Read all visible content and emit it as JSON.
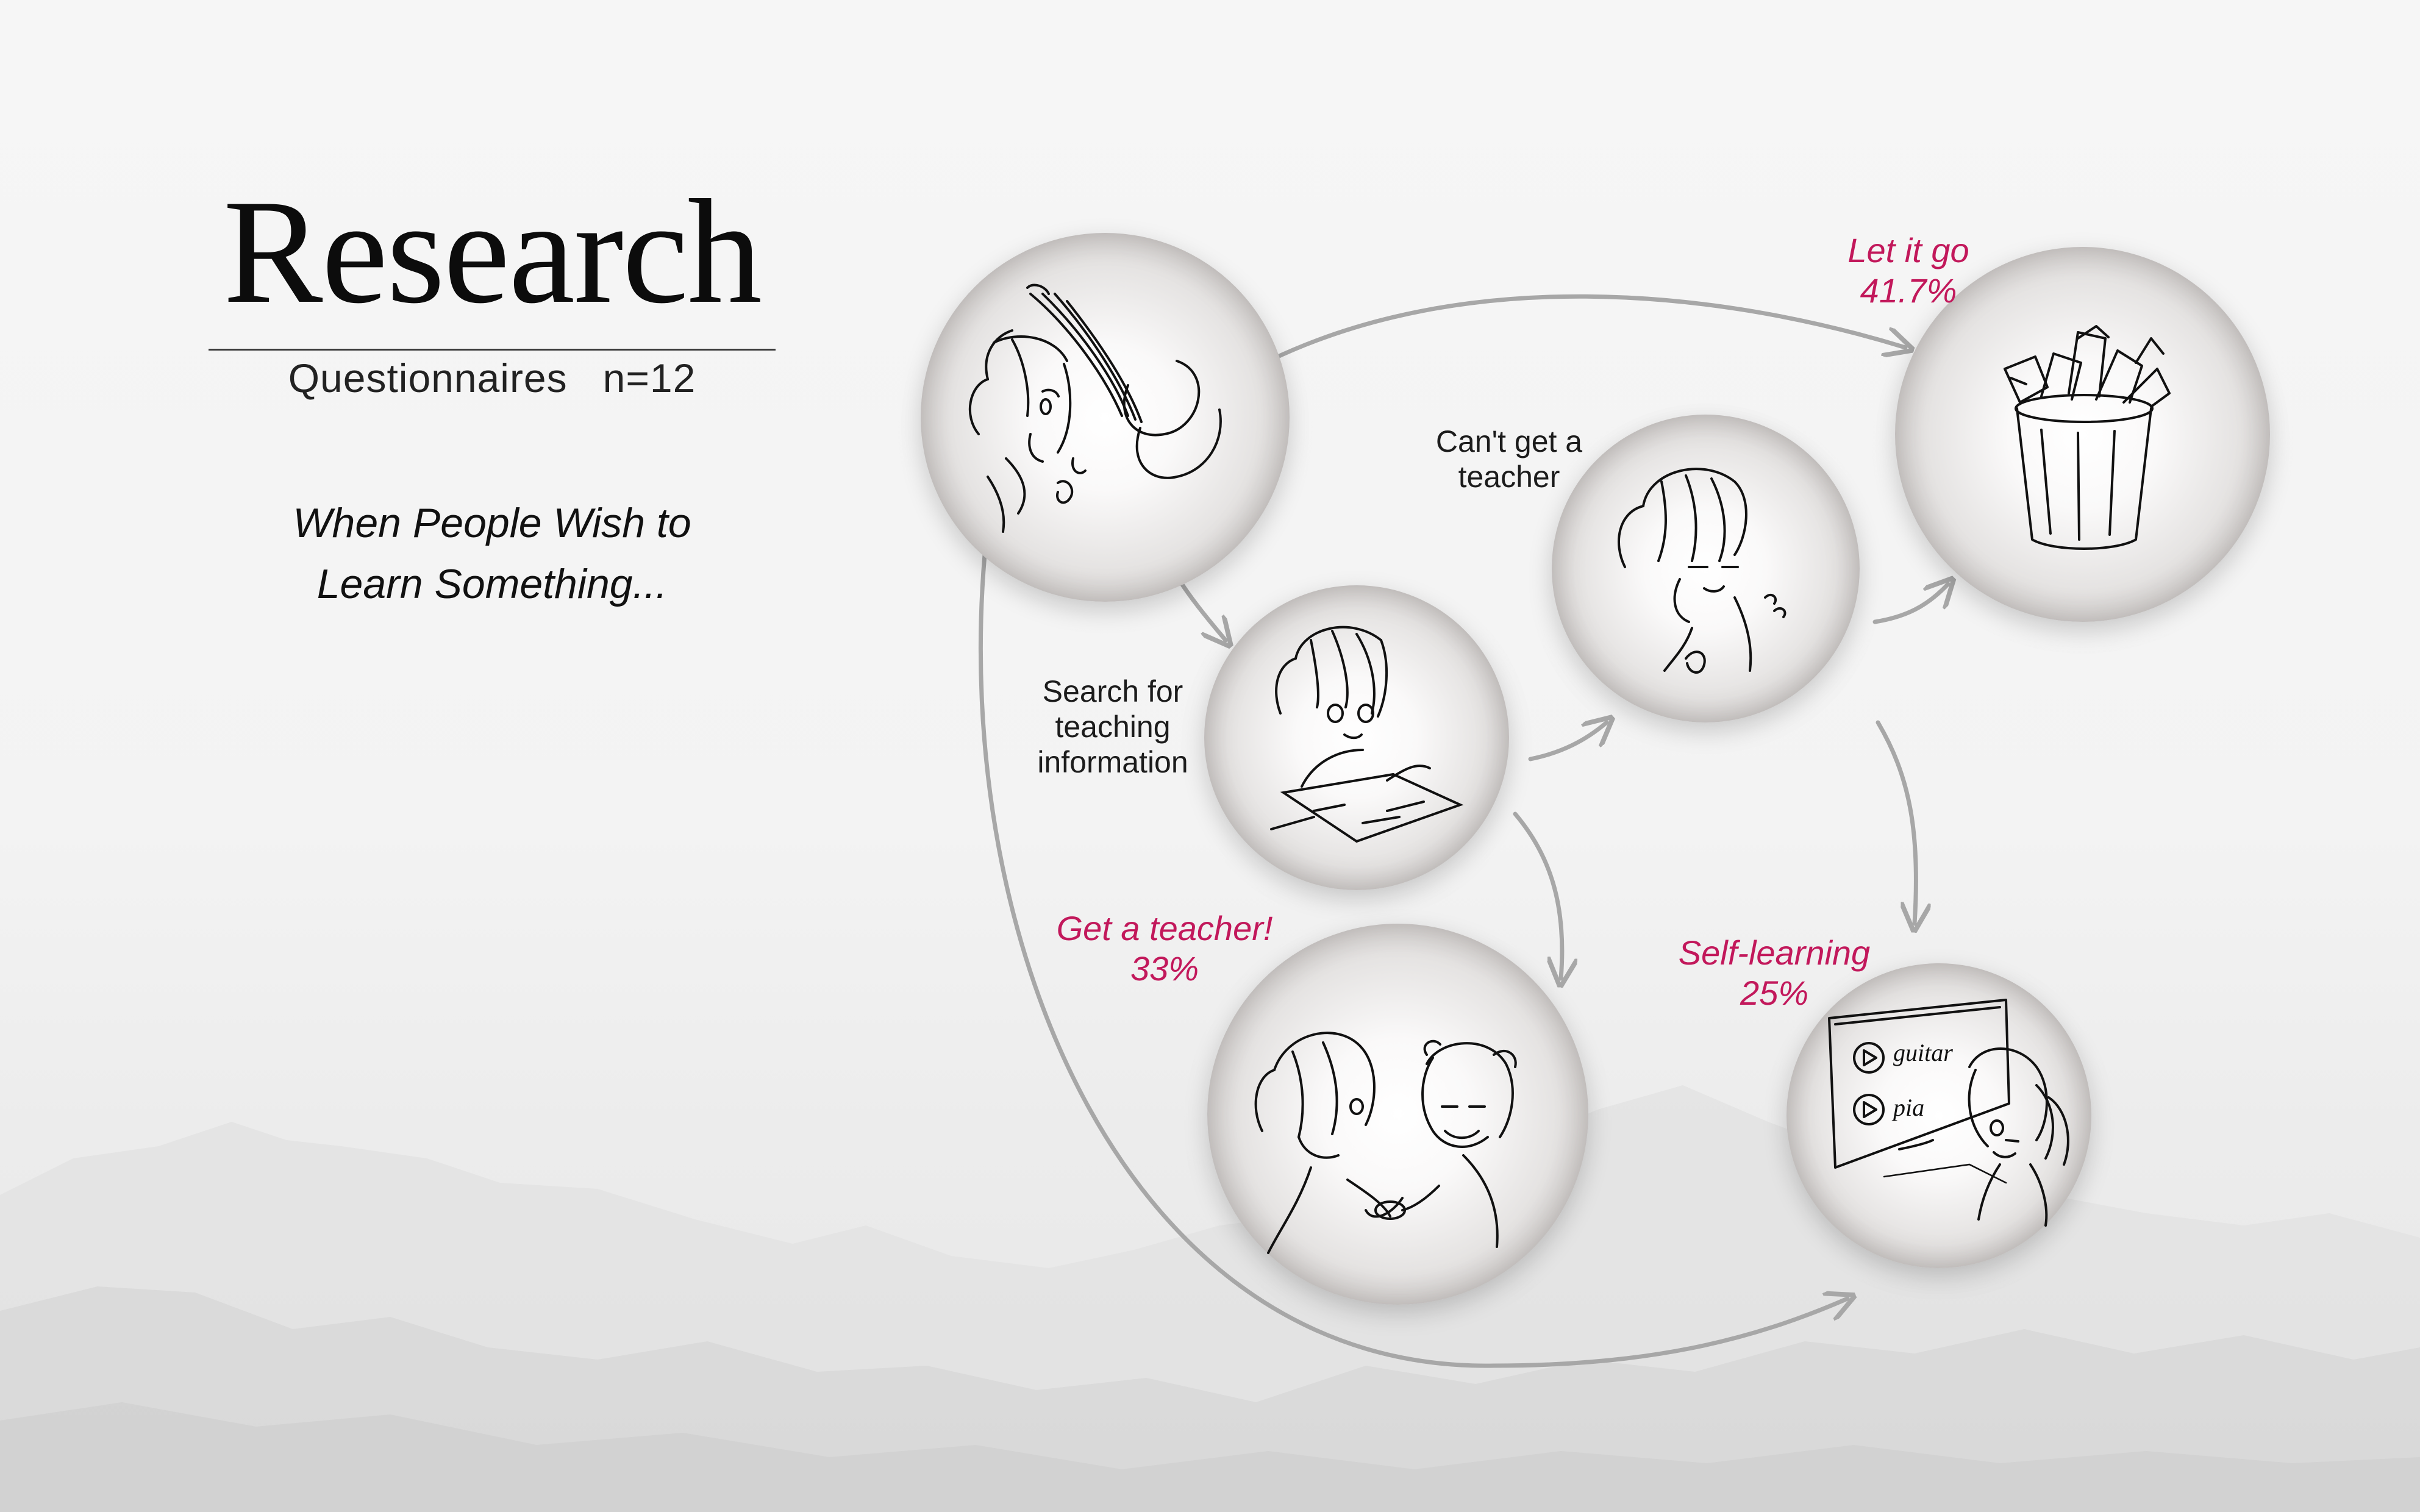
{
  "header": {
    "title": "Research",
    "subtitle": "Questionnaires   n=12",
    "tagline_line1": "When People Wish to",
    "tagline_line2": "Learn Something..."
  },
  "nodes": {
    "wish": {
      "icon": "girl-with-guitar-sketch"
    },
    "search": {
      "label_line1": "Search for",
      "label_line2": "teaching",
      "label_line3": "information",
      "icon": "girl-reading-sketch"
    },
    "cant_get": {
      "label_line1": "Can't get a",
      "label_line2": "teacher",
      "icon": "frustrated-girl-sketch"
    },
    "let_go": {
      "stat_line1": "Let it go",
      "stat_line2": "41.7%",
      "icon": "trash-bin-sketch"
    },
    "get_teacher": {
      "stat_line1": "Get a teacher!",
      "stat_line2": "33%",
      "icon": "girl-with-teacher-sketch"
    },
    "self_learning": {
      "stat_line1": "Self-learning",
      "stat_line2": "25%",
      "icon": "girl-watching-video-sketch",
      "screen_words": [
        "guitar",
        "pia"
      ]
    }
  },
  "colors": {
    "accent": "#c2185b",
    "arrow": "#a7a7a7",
    "text": "#1c1c1c"
  }
}
